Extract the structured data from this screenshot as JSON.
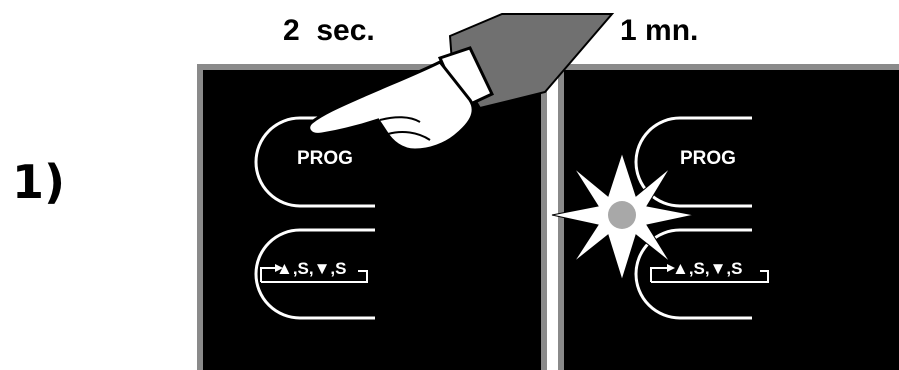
{
  "step": {
    "number": "1)"
  },
  "timings": {
    "left": "2  sec.",
    "right": "1 mn."
  },
  "panels": {
    "left": {
      "button_label": "PROG",
      "sequence_label": "▲,S,▼,S"
    },
    "right": {
      "button_label": "PROG",
      "sequence_label": "▲,S,▼,S"
    }
  },
  "colors": {
    "panel": "#000000",
    "panel_border": "#8a8a8a",
    "flash_center": "#a8a8a8",
    "sleeve": "#707070"
  },
  "icons": [
    "pointing-hand-icon",
    "flash-star-icon"
  ]
}
